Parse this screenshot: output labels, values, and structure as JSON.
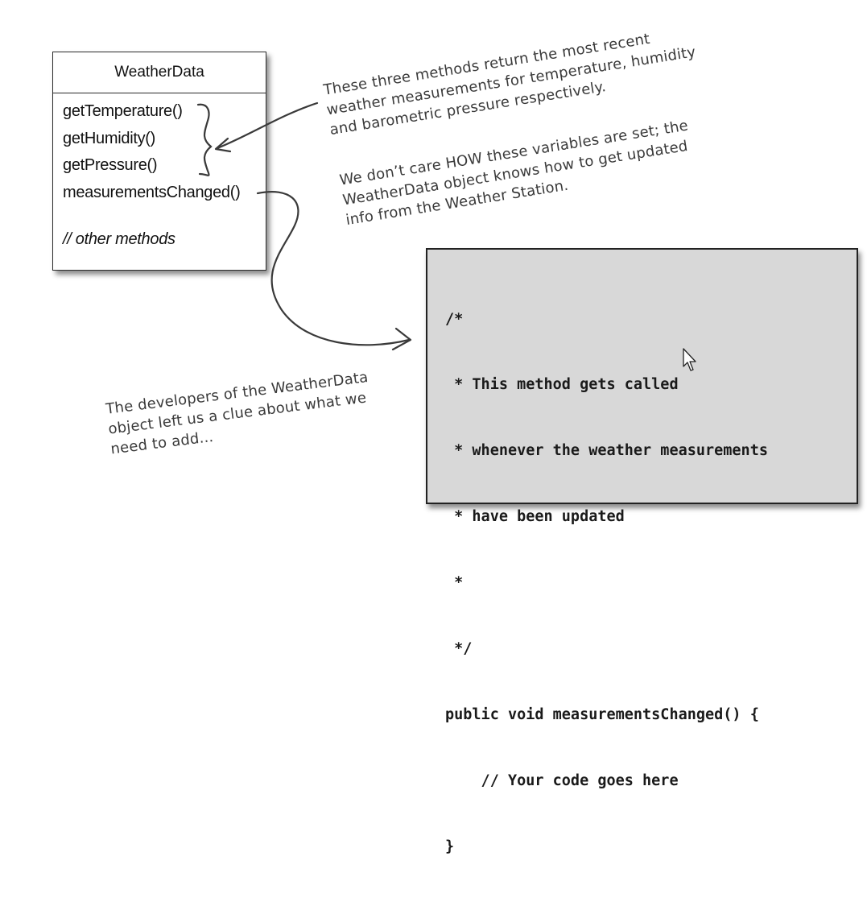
{
  "uml_class": {
    "name": "WeatherData",
    "methods": [
      "getTemperature()",
      "getHumidity()",
      "getPressure()",
      "measurementsChanged()"
    ],
    "other": "// other methods"
  },
  "annotations": {
    "getters_note": [
      "These three methods return the most recent",
      "weather measurements for temperature, humidity",
      "and barometric pressure respectively."
    ],
    "variables_note": [
      "We don’t care HOW these variables are set; the",
      "WeatherData object knows how to get updated",
      "info from the Weather Station."
    ],
    "developers_note": [
      "The developers of the WeatherData",
      "object left us a clue about what we",
      "need to add..."
    ]
  },
  "code_snippet": {
    "lines": [
      "/*",
      " * This method gets called",
      " * whenever the weather measurements",
      " * have been updated",
      " *",
      " */",
      "public void measurementsChanged() {",
      "    // Your code goes here",
      "}"
    ]
  },
  "cursor_icon": "mouse-pointer-icon"
}
